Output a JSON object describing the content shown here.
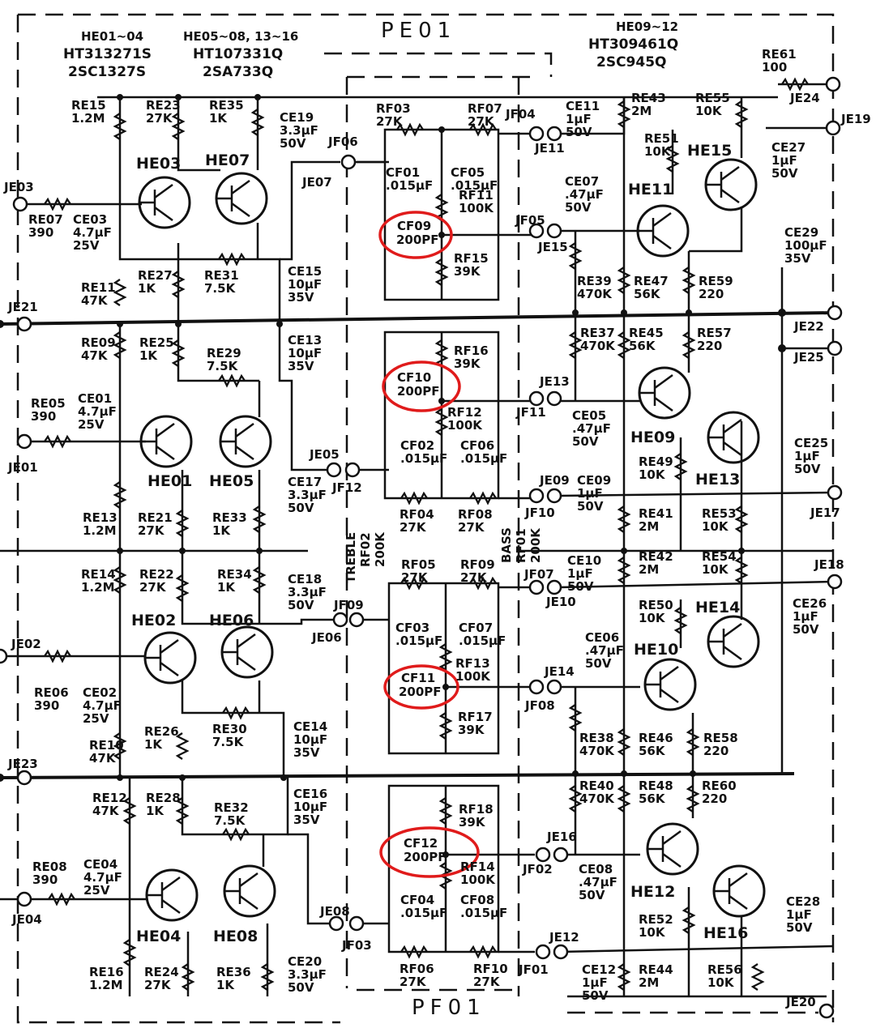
{
  "board_titles": {
    "top": "PE01",
    "bottom": "PF01"
  },
  "header_groups": [
    {
      "range": "HE01~04",
      "part": "HT313271S",
      "type": "2SC1327S"
    },
    {
      "range": "HE05~08, 13~16",
      "part": "HT107331Q",
      "type": "2SA733Q"
    },
    {
      "range": "HE09~12",
      "part": "HT309461Q",
      "type": "2SC945Q"
    }
  ],
  "controls": {
    "treble": "TREBLE",
    "treble_ref": "RF02",
    "treble_val": "200K",
    "bass": "BASS",
    "bass_ref": "RF01",
    "bass_val": "200K"
  },
  "jacks": [
    "JE03",
    "JE01",
    "JE02",
    "JE04",
    "JE21",
    "JE23",
    "JE24",
    "JE19",
    "JE22",
    "JE25",
    "JE17",
    "JE18",
    "JE20"
  ],
  "transistors": [
    "HE03",
    "HE07",
    "HE01",
    "HE05",
    "HE02",
    "HE06",
    "HE04",
    "HE08",
    "HE11",
    "HE15",
    "HE09",
    "HE13",
    "HE10",
    "HE14",
    "HE12",
    "HE16"
  ],
  "highlighted_capacitors": [
    {
      "ref": "CF09",
      "value": "200PF"
    },
    {
      "ref": "CF10",
      "value": "200PF"
    },
    {
      "ref": "CF11",
      "value": "200PF"
    },
    {
      "ref": "CF12",
      "value": "200PF"
    }
  ],
  "left_labels": [
    [
      "RE15",
      "1.2M"
    ],
    [
      "RE23",
      "27K"
    ],
    [
      "RE35",
      "1K"
    ],
    [
      "CE19",
      "3.3μF",
      "50V"
    ],
    [
      "JF06"
    ],
    [
      "JE07"
    ],
    [
      "RE07",
      "390"
    ],
    [
      "CE03",
      "4.7μF",
      "25V"
    ],
    [
      "RE27",
      "1K"
    ],
    [
      "RE31",
      "7.5K"
    ],
    [
      "CE15",
      "10μF",
      "35V"
    ],
    [
      "RE11",
      "47K"
    ],
    [
      "RE09",
      "47K"
    ],
    [
      "RE25",
      "1K"
    ],
    [
      "RE29",
      "7.5K"
    ],
    [
      "CE13",
      "10μF",
      "35V"
    ],
    [
      "RE05",
      "390"
    ],
    [
      "CE01",
      "4.7μF",
      "25V"
    ],
    [
      "JE05"
    ],
    [
      "JF12"
    ],
    [
      "CE17",
      "3.3μF",
      "50V"
    ],
    [
      "RE13",
      "1.2M"
    ],
    [
      "RE21",
      "27K"
    ],
    [
      "RE33",
      "1K"
    ],
    [
      "RE14",
      "1.2M"
    ],
    [
      "RE22",
      "27K"
    ],
    [
      "RE34",
      "1K"
    ],
    [
      "CE18",
      "3.3μF",
      "50V"
    ],
    [
      "JF09"
    ],
    [
      "JE06"
    ],
    [
      "RE06",
      "390"
    ],
    [
      "CE02",
      "4.7μF",
      "25V"
    ],
    [
      "RE26",
      "1K"
    ],
    [
      "RE30",
      "7.5K"
    ],
    [
      "CE14",
      "10μF",
      "35V"
    ],
    [
      "RE10",
      "47K"
    ],
    [
      "RE12",
      "47K"
    ],
    [
      "RE28",
      "1K"
    ],
    [
      "RE32",
      "7.5K"
    ],
    [
      "CE16",
      "10μF",
      "35V"
    ],
    [
      "RE08",
      "390"
    ],
    [
      "CE04",
      "4.7μF",
      "25V"
    ],
    [
      "JE08"
    ],
    [
      "JF03"
    ],
    [
      "CE20",
      "3.3μF",
      "50V"
    ],
    [
      "RE16",
      "1.2M"
    ],
    [
      "RE24",
      "27K"
    ],
    [
      "RE36",
      "1K"
    ]
  ],
  "mid_labels": [
    [
      "RF03",
      "27K"
    ],
    [
      "RF07",
      "27K"
    ],
    [
      "CF01",
      ".015μF"
    ],
    [
      "CF05",
      ".015μF"
    ],
    [
      "RF11",
      "100K"
    ],
    [
      "RF15",
      "39K"
    ],
    [
      "RF16",
      "39K"
    ],
    [
      "RF12",
      "100K"
    ],
    [
      "CF02",
      ".015μF"
    ],
    [
      "CF06",
      ".015μF"
    ],
    [
      "RF04",
      "27K"
    ],
    [
      "RF08",
      "27K"
    ],
    [
      "RF05",
      "27K"
    ],
    [
      "RF09",
      "27K"
    ],
    [
      "CF03",
      ".015μF"
    ],
    [
      "CF07",
      ".015μF"
    ],
    [
      "RF13",
      "100K"
    ],
    [
      "RF17",
      "39K"
    ],
    [
      "RF18",
      "39K"
    ],
    [
      "RF14",
      "100K"
    ],
    [
      "CF04",
      ".015μF"
    ],
    [
      "CF08",
      ".015μF"
    ],
    [
      "RF06",
      "27K"
    ],
    [
      "RF10",
      "27K"
    ]
  ],
  "right_labels": [
    [
      "JF04"
    ],
    [
      "JE11"
    ],
    [
      "CE11",
      "1μF",
      "50V"
    ],
    [
      "RE43",
      "2M"
    ],
    [
      "RE55",
      "10K"
    ],
    [
      "RE61",
      "100"
    ],
    [
      "RE51",
      "10K"
    ],
    [
      "CE27",
      "1μF",
      "50V"
    ],
    [
      "CE07",
      ".47μF",
      "50V"
    ],
    [
      "JF05"
    ],
    [
      "JE15"
    ],
    [
      "CE29",
      "100μF",
      "35V"
    ],
    [
      "RE39",
      "470K"
    ],
    [
      "RE47",
      "56K"
    ],
    [
      "RE59",
      "220"
    ],
    [
      "RE37",
      "470K"
    ],
    [
      "RE45",
      "56K"
    ],
    [
      "RE57",
      "220"
    ],
    [
      "JE13"
    ],
    [
      "JF11"
    ],
    [
      "CE05",
      ".47μF",
      "50V"
    ],
    [
      "RE49",
      "10K"
    ],
    [
      "CE25",
      "1μF",
      "50V"
    ],
    [
      "JE09"
    ],
    [
      "CE09",
      "1μF",
      "50V"
    ],
    [
      "JF10"
    ],
    [
      "RE41",
      "2M"
    ],
    [
      "RE53",
      "10K"
    ],
    [
      "RE42",
      "2M"
    ],
    [
      "RE54",
      "10K"
    ],
    [
      "JF07"
    ],
    [
      "JE10"
    ],
    [
      "CE10",
      "1μF",
      "50V"
    ],
    [
      "RE50",
      "10K"
    ],
    [
      "CE26",
      "1μF",
      "50V"
    ],
    [
      "CE06",
      ".47μF",
      "50V"
    ],
    [
      "JE14"
    ],
    [
      "JF08"
    ],
    [
      "RE38",
      "470K"
    ],
    [
      "RE46",
      "56K"
    ],
    [
      "RE58",
      "220"
    ],
    [
      "RE40",
      "470K"
    ],
    [
      "RE48",
      "56K"
    ],
    [
      "RE60",
      "220"
    ],
    [
      "JE16"
    ],
    [
      "JF02"
    ],
    [
      "CE08",
      ".47μF",
      "50V"
    ],
    [
      "RE52",
      "10K"
    ],
    [
      "CE28",
      "1μF",
      "50V"
    ],
    [
      "JE12"
    ],
    [
      "JF01"
    ],
    [
      "CE12",
      "1μF",
      "50V"
    ],
    [
      "RE44",
      "2M"
    ],
    [
      "RE56",
      "10K"
    ]
  ]
}
